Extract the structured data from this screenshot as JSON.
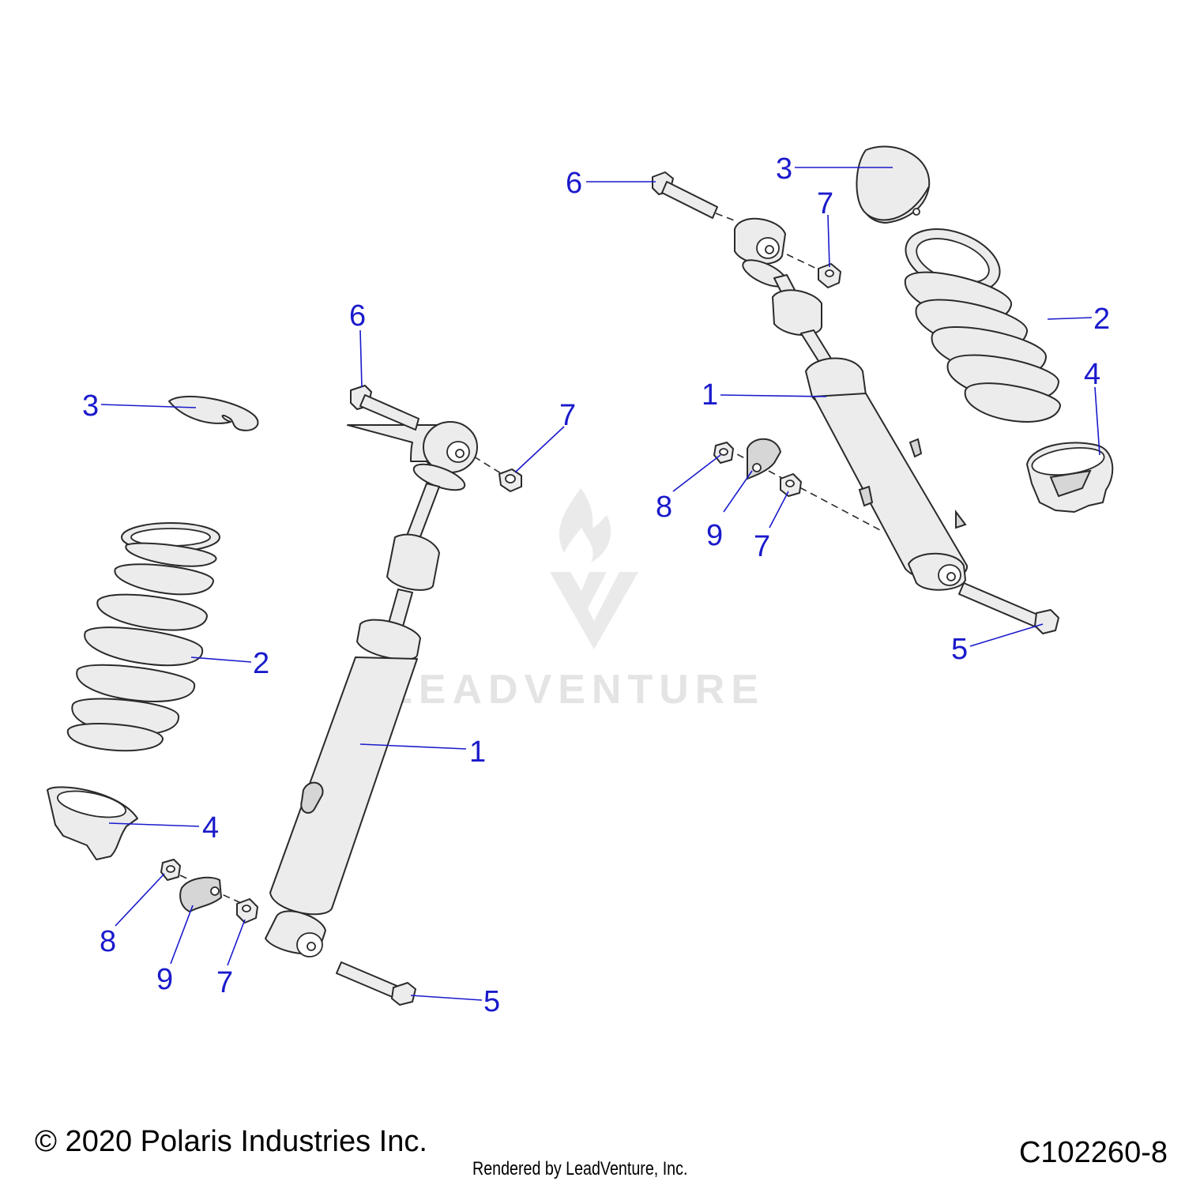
{
  "diagram": {
    "callouts": {
      "left": {
        "shock": "1",
        "spring": "2",
        "spring_retainer": "3",
        "spring_seat": "4",
        "lower_bolt": "5",
        "upper_bolt": "6",
        "upper_nut": "7",
        "lower_nut": "7",
        "clip_nut": "8",
        "clip": "9"
      },
      "right": {
        "shock": "1",
        "spring": "2",
        "spring_retainer": "3",
        "spring_seat": "4",
        "lower_bolt": "5",
        "upper_bolt": "6",
        "upper_nut": "7",
        "lower_nut": "7",
        "clip_nut": "8",
        "clip": "9"
      }
    },
    "watermark": "LEADVENTURE"
  },
  "footer": {
    "copyright": "© 2020 Polaris Industries Inc.",
    "figure_id": "C102260-8",
    "rendered_by": "Rendered by LeadVenture, Inc."
  },
  "colors": {
    "callout": "#1a1acc",
    "line": "#2a2a2a",
    "part_fill": "#ececec"
  }
}
